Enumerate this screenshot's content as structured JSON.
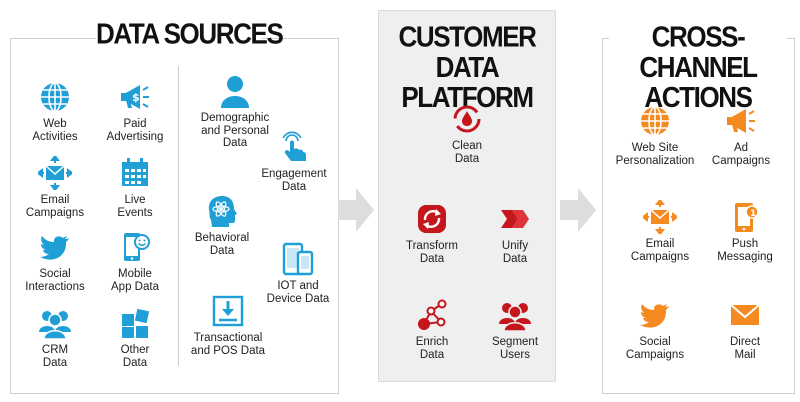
{
  "sections": {
    "sources_title": "DATA SOURCES",
    "cdp_title": "CUSTOMER DATA\nPLATFORM",
    "actions_title": "CROSS-CHANNEL\nACTIONS"
  },
  "colors": {
    "blue": "#1f9fd6",
    "red": "#c4161c",
    "orange": "#f58a20",
    "arrow": "#dddddd"
  },
  "sources": {
    "web_activities": {
      "label": "Web\nActivities",
      "icon": "globe-icon"
    },
    "paid_advertising": {
      "label": "Paid\nAdvertising",
      "icon": "megaphone-dollar-icon"
    },
    "email_campaigns": {
      "label": "Email\nCampaigns",
      "icon": "envelope-icon"
    },
    "live_events": {
      "label": "Live\nEvents",
      "icon": "calendar-icon"
    },
    "social_interactions": {
      "label": "Social\nInteractions",
      "icon": "twitter-bird-icon"
    },
    "mobile_app_data": {
      "label": "Mobile\nApp Data",
      "icon": "phone-smile-icon"
    },
    "crm_data": {
      "label": "CRM\nData",
      "icon": "people-group-icon"
    },
    "other_data": {
      "label": "Other\nData",
      "icon": "blocks-icon"
    },
    "demographic": {
      "label": "Demographic\nand Personal\nData",
      "icon": "person-icon"
    },
    "engagement": {
      "label": "Engagement\nData",
      "icon": "tap-hand-icon"
    },
    "behavioral": {
      "label": "Behavioral\nData",
      "icon": "head-brain-icon"
    },
    "iot": {
      "label": "IOT and\nDevice Data",
      "icon": "devices-icon"
    },
    "transactional": {
      "label": "Transactional\nand POS Data",
      "icon": "register-icon"
    }
  },
  "cdp": {
    "clean": {
      "label": "Clean\nData",
      "icon": "droplet-cycle-icon"
    },
    "transform": {
      "label": "Transform\nData",
      "icon": "transform-icon"
    },
    "unify": {
      "label": "Unify\nData",
      "icon": "unify-icon"
    },
    "enrich": {
      "label": "Enrich\nData",
      "icon": "network-icon"
    },
    "segment": {
      "label": "Segment\nUsers",
      "icon": "users-icon"
    }
  },
  "actions": {
    "web_personalization": {
      "label": "Web Site\nPersonalization",
      "icon": "globe-icon"
    },
    "ad_campaigns": {
      "label": "Ad\nCampaigns",
      "icon": "megaphone-icon"
    },
    "email_campaigns": {
      "label": "Email\nCampaigns",
      "icon": "envelope-icon"
    },
    "push_messaging": {
      "label": "Push\nMessaging",
      "icon": "phone-notification-icon"
    },
    "social_campaigns": {
      "label": "Social\nCampaigns",
      "icon": "twitter-bird-icon"
    },
    "direct_mail": {
      "label": "Direct\nMail",
      "icon": "mail-envelope-icon"
    }
  }
}
